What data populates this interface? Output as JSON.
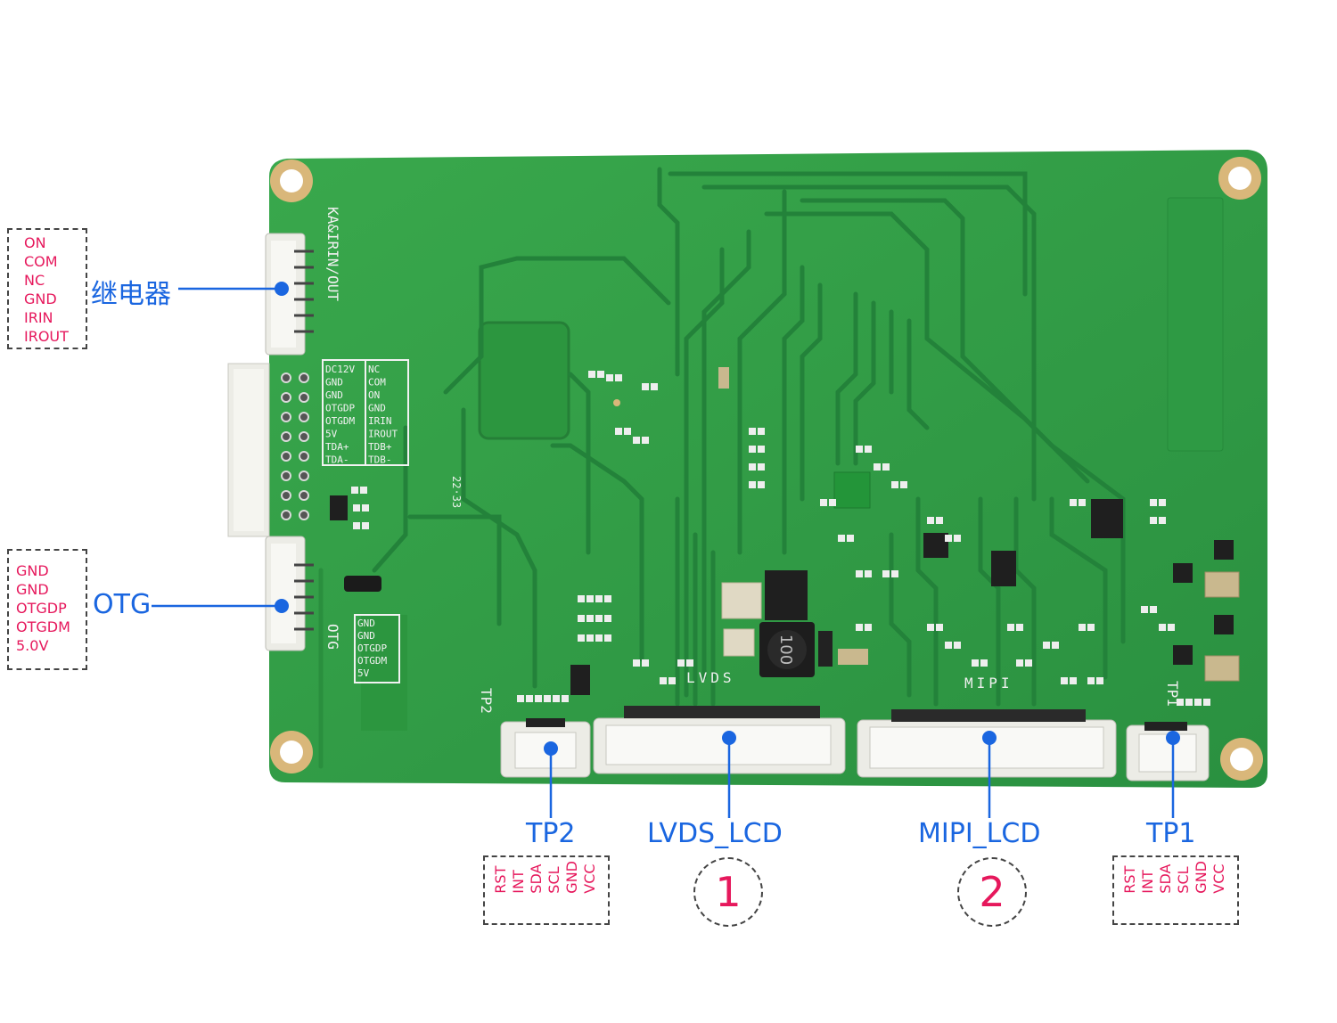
{
  "connectors": {
    "relay": {
      "label": "继电器",
      "pins": [
        "ON",
        "COM",
        "NC",
        "GND",
        "IRIN",
        "IROUT"
      ]
    },
    "otg": {
      "label": "OTG",
      "pins": [
        "GND",
        "GND",
        "OTGDP",
        "OTGDM",
        "5.0V"
      ]
    },
    "tp2": {
      "label": "TP2",
      "pins": [
        "RST",
        "INT",
        "SDA",
        "SCL",
        "GND",
        "VCC"
      ]
    },
    "lvds_lcd": {
      "label": "LVDS_LCD",
      "number": "1"
    },
    "mipi_lcd": {
      "label": "MIPI_LCD",
      "number": "2"
    },
    "tp1": {
      "label": "TP1",
      "pins": [
        "RST",
        "INT",
        "SDA",
        "SCL",
        "GND",
        "VCC"
      ]
    }
  },
  "silkscreen": {
    "relay_header": "KA&IRIN/OUT",
    "otg_header": "OTG",
    "tp2": "TP2",
    "tp1": "TP1",
    "lvds": "LVDS",
    "mipi": "MIPI",
    "inductor": "100",
    "date_code": "22·33",
    "pin_table_left": [
      "DC12V",
      "GND",
      "GND",
      "OTGDP",
      "OTGDM",
      "5V",
      "TDA+",
      "TDA-"
    ],
    "pin_table_right": [
      "NC",
      "COM",
      "ON",
      "GND",
      "IRIN",
      "IROUT",
      "TDB+",
      "TDB-"
    ],
    "otg_table": [
      "GND",
      "GND",
      "OTGDP",
      "OTGDM",
      "5V"
    ]
  },
  "colors": {
    "pcb": "#2f9a43",
    "pcb_dark": "#1f6e2f",
    "trace": "#227d36",
    "callout_blue": "#1a66e0",
    "pin_red": "#e6185c",
    "pad_gold": "#d9b77a",
    "connector_white": "#ecece6"
  }
}
